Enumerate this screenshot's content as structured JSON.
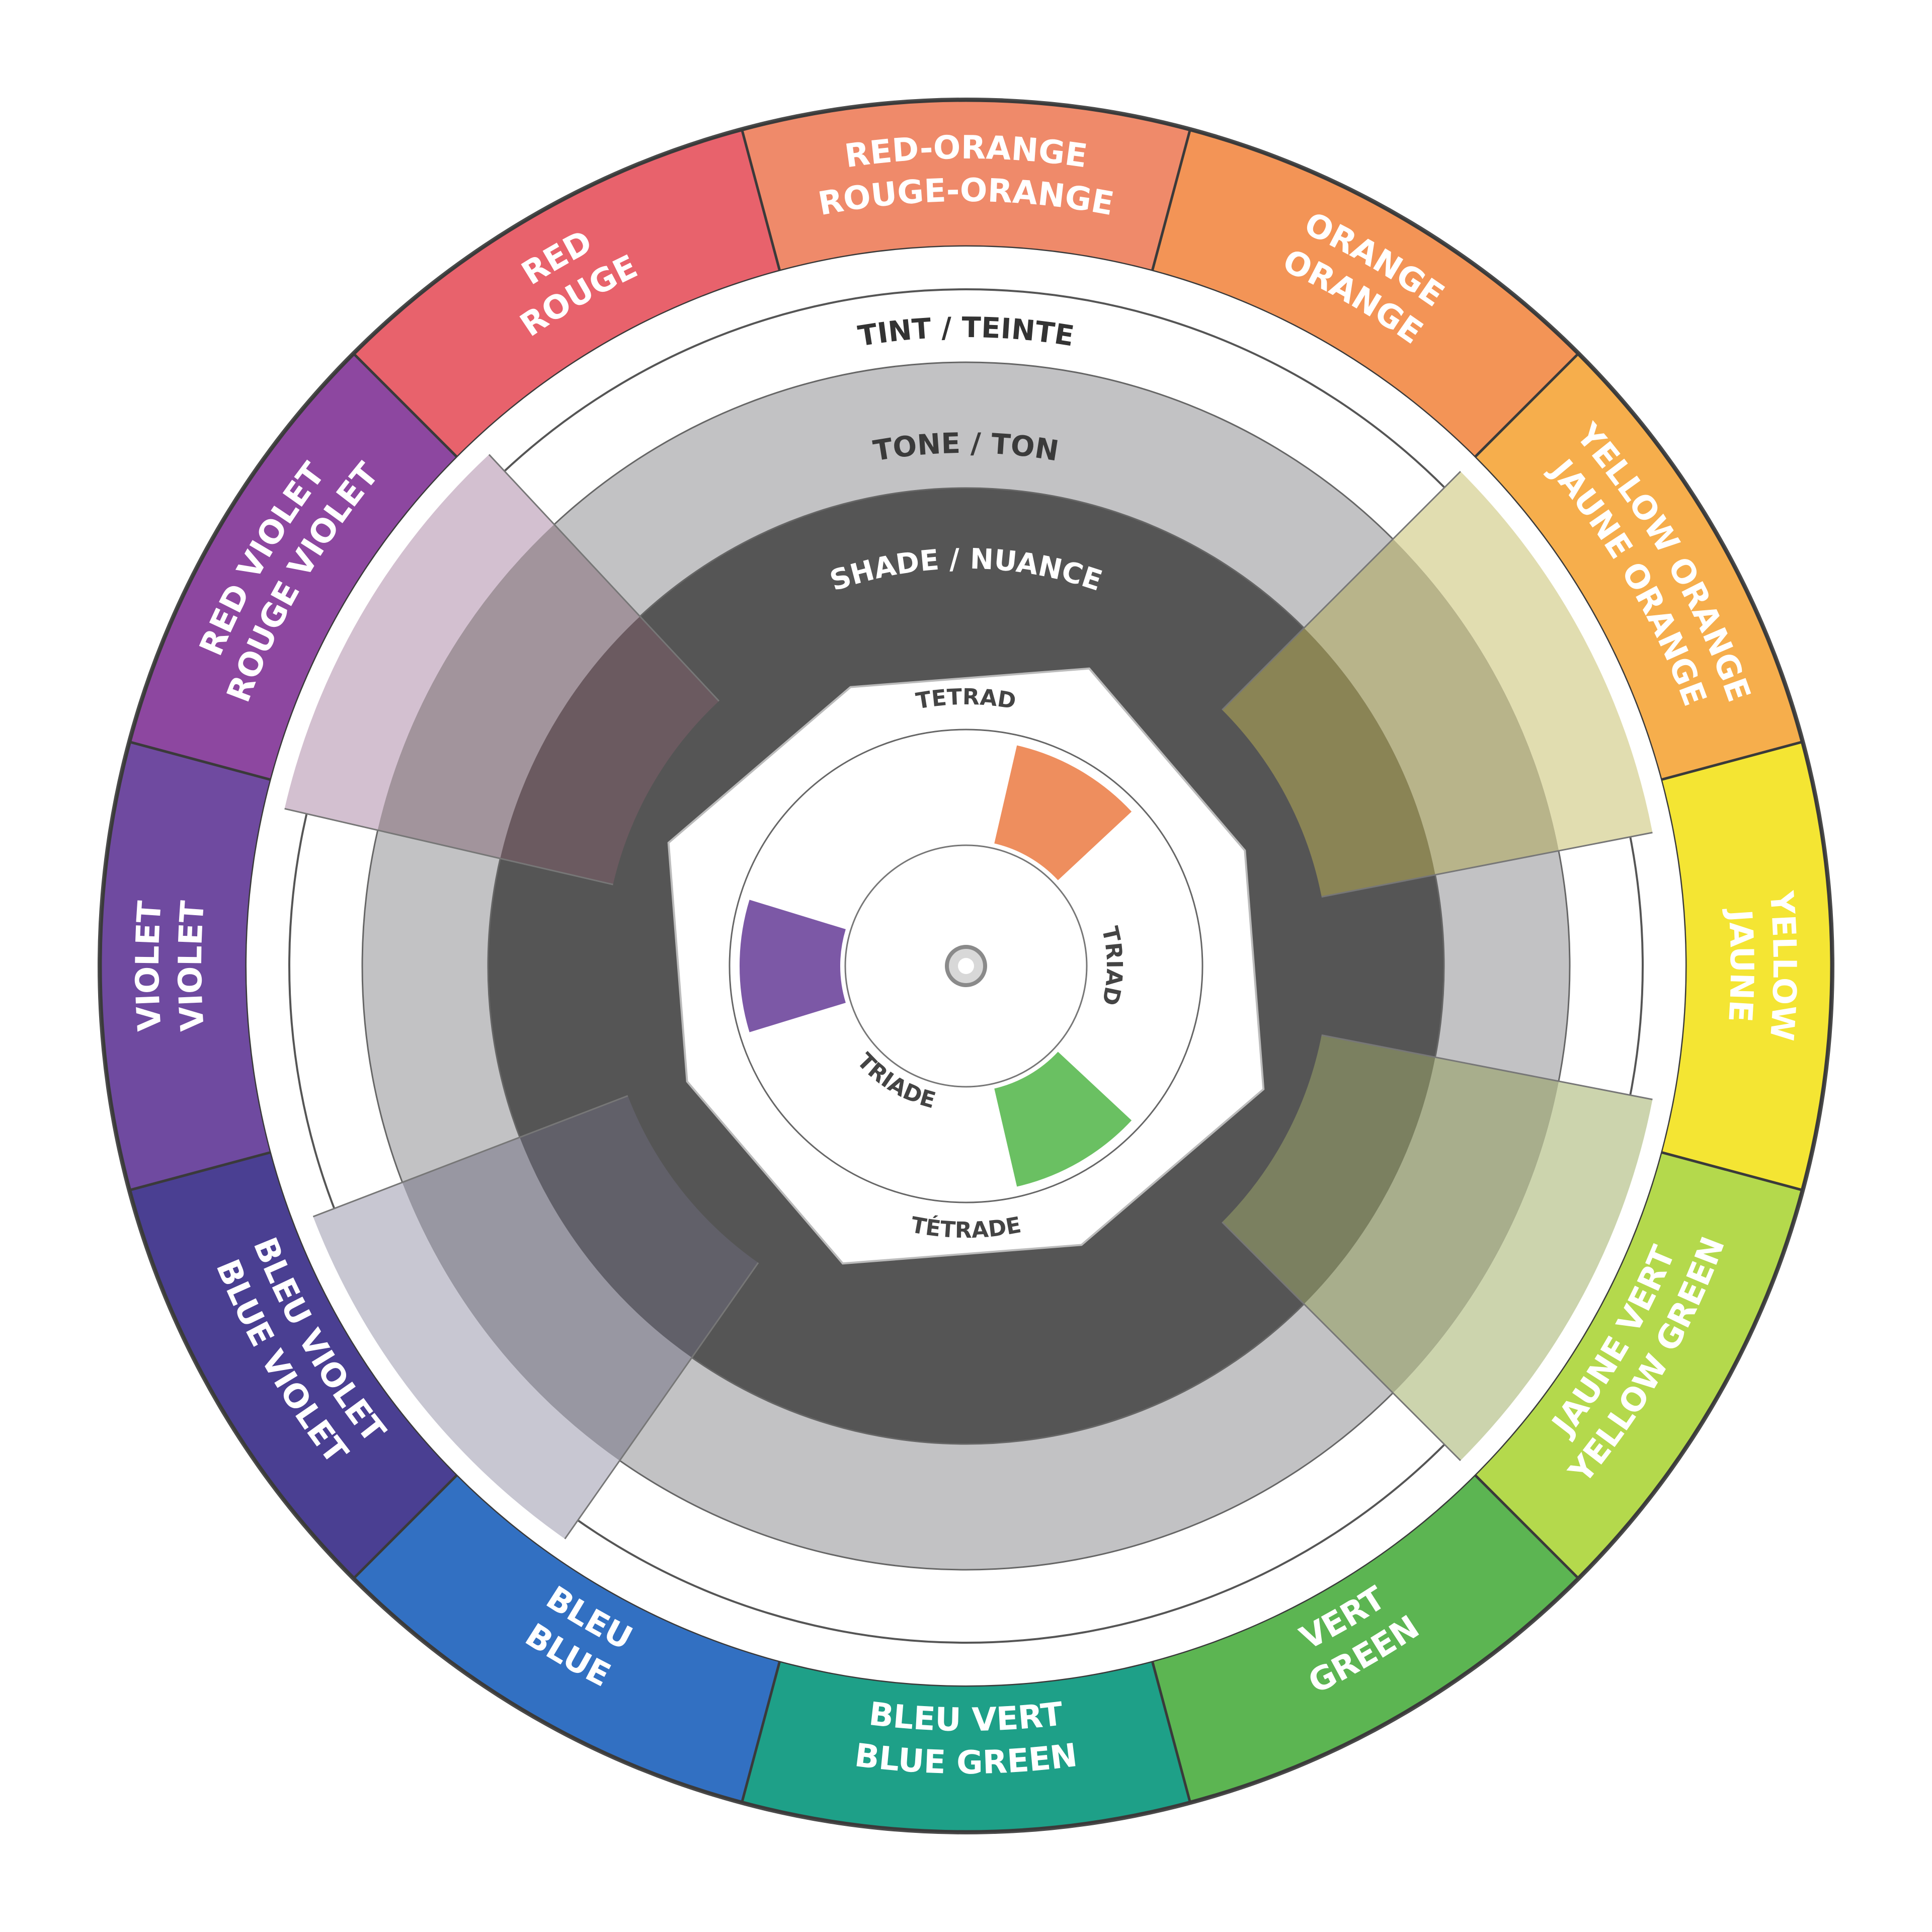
{
  "wheel": {
    "hues": [
      {
        "id": "red-orange",
        "line1": "RED-ORANGE",
        "line2": "ROUGE-ORANGE",
        "color": "#ef8a6a"
      },
      {
        "id": "orange",
        "line1": "ORANGE",
        "line2": "ORANGE",
        "color": "#f39456"
      },
      {
        "id": "yellow-orange",
        "line1": "YELLOW ORANGE",
        "line2": "JAUNE ORANGE",
        "color": "#f6ae4c"
      },
      {
        "id": "yellow",
        "line1": "YELLOW",
        "line2": "JAUNE",
        "color": "#f4e533"
      },
      {
        "id": "yellow-green",
        "line1": "YELLOW GREEN",
        "line2": "JAUNE VERT",
        "color": "#b4d94c"
      },
      {
        "id": "green",
        "line1": "GREEN",
        "line2": "VERT",
        "color": "#5cb552"
      },
      {
        "id": "blue-green",
        "line1": "BLUE GREEN",
        "line2": "BLEU VERT",
        "color": "#1ea088"
      },
      {
        "id": "blue",
        "line1": "BLUE",
        "line2": "BLEU",
        "color": "#3270c2"
      },
      {
        "id": "blue-violet",
        "line1": "BLUE VIOLET",
        "line2": "BLEU VIOLET",
        "color": "#4a3f92"
      },
      {
        "id": "violet",
        "line1": "VIOLET",
        "line2": "VIOLET",
        "color": "#6f4aa0"
      },
      {
        "id": "red-violet",
        "line1": "RED VIOLET",
        "line2": "ROUGE VIOLET",
        "color": "#8d47a0"
      },
      {
        "id": "red",
        "line1": "RED",
        "line2": "ROUGE",
        "color": "#e8626c"
      }
    ],
    "rings": {
      "tint": {
        "label": "TINT / TEINTE",
        "color": "#ffffff",
        "text_color": "#333333"
      },
      "tone": {
        "label": "TONE / TON",
        "color": "#c2c2c4",
        "text_color": "#3a3a3a"
      },
      "shade": {
        "label": "SHADE / NUANCE",
        "color": "#555555",
        "text_color": "#ffffff"
      }
    },
    "windows": [
      {
        "id": "yellow-window",
        "tint": "#e1ddb0",
        "tone": "#b8b48a",
        "shade": "#8a8455"
      },
      {
        "id": "red-violet-window",
        "tint": "#d3c0d0",
        "tone": "#a2949c",
        "shade": "#6b5a60"
      },
      {
        "id": "blue-violet-window",
        "tint": "#c8c7d2",
        "tone": "#9897a2",
        "shade": "#616069"
      },
      {
        "id": "yellow-green-window",
        "tint": "#ccd4ad",
        "tone": "#a8ae8c",
        "shade": "#7b8060"
      }
    ],
    "center": {
      "tetrad_top": "TETRAD",
      "tetrad_bottom": "TÉTRADE",
      "triad": "TRIAD",
      "triade": "TRIADE",
      "triad_swatches": [
        {
          "id": "orange-swatch",
          "color": "#ee8e5e"
        },
        {
          "id": "green-swatch",
          "color": "#6ac062"
        },
        {
          "id": "violet-swatch",
          "color": "#7c58a6"
        }
      ]
    }
  }
}
